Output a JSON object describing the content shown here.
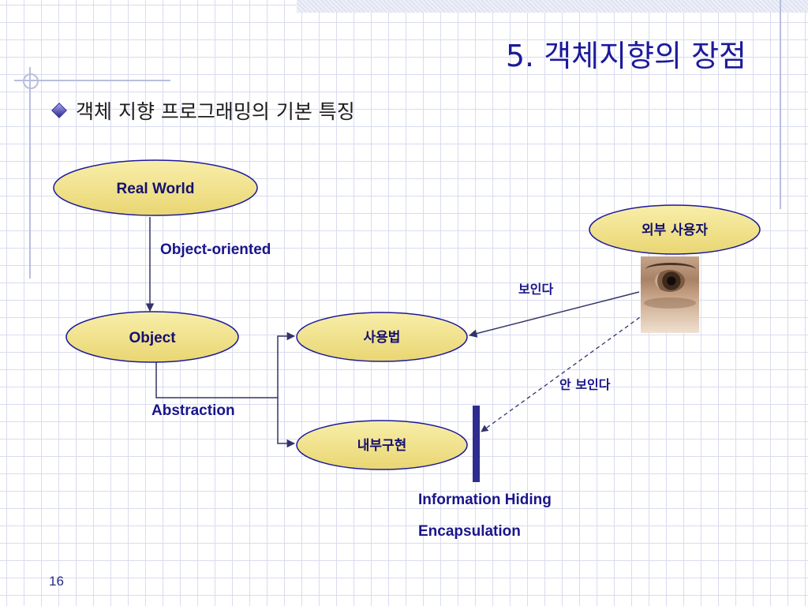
{
  "slide": {
    "title": "5. 객체지향의 장점",
    "bullet": "객체 지향 프로그래밍의 기본 특징",
    "page_number": "16"
  },
  "diagram": {
    "nodes": {
      "real_world": "Real World",
      "object": "Object",
      "usage": "사용법",
      "implementation": "내부구현",
      "external_user": "외부 사용자"
    },
    "edges": {
      "object_oriented": "Object-oriented",
      "abstraction": "Abstraction",
      "visible": "보인다",
      "not_visible": "안 보인다"
    },
    "notes": {
      "information_hiding": "Information Hiding",
      "encapsulation": "Encapsulation"
    }
  },
  "colors": {
    "node_fill": "#f3e48f",
    "node_stroke": "#1c1a9a",
    "title": "#1c1a9a",
    "connector": "#333366",
    "hiding_bar": "#2e2d8f"
  },
  "icons": {
    "bullet": "diamond-bullet-icon",
    "external_user_image": "eye-photo-icon"
  }
}
